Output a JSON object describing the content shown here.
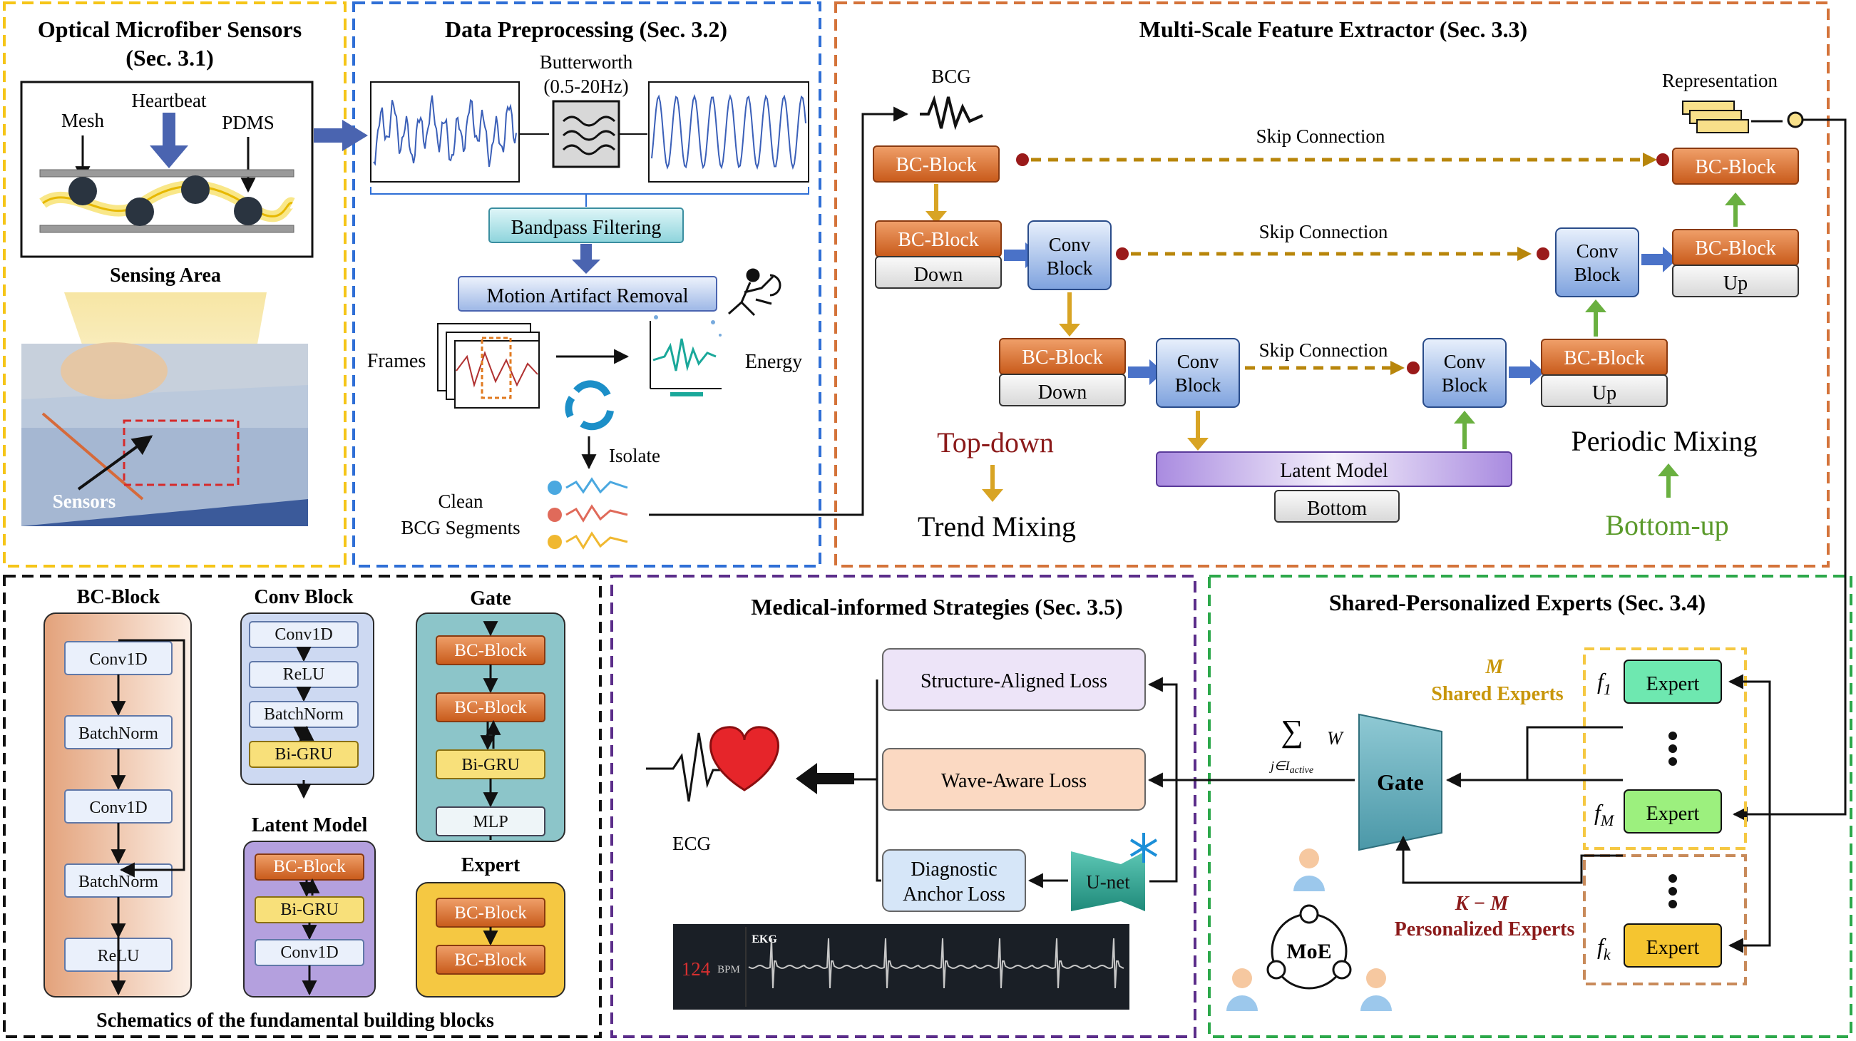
{
  "panels": {
    "sensors": {
      "title": "Optical Microfiber Sensors",
      "subtitle": "(Sec. 3.1)",
      "heartbeat": "Heartbeat",
      "mesh": "Mesh",
      "pdms": "PDMS",
      "sensing_area": "Sensing Area",
      "sensors_label": "Sensors"
    },
    "preprocessing": {
      "title": "Data Preprocessing (Sec. 3.2)",
      "butterworth": "Butterworth",
      "butterworth_range": "(0.5-20Hz)",
      "bandpass": "Bandpass Filtering",
      "motion": "Motion Artifact Removal",
      "frames": "Frames",
      "energy": "Energy",
      "isolate": "Isolate",
      "clean": "Clean",
      "bcg_segments": "BCG Segments"
    },
    "extractor": {
      "title": "Multi-Scale Feature Extractor (Sec. 3.3)",
      "bcg": "BCG",
      "representation": "Representation",
      "skip": "Skip Connection",
      "bc_block": "BC-Block",
      "conv_l1": "Conv",
      "conv_l2": "Block",
      "down": "Down",
      "up": "Up",
      "latent": "Latent Model",
      "bottom": "Bottom",
      "top_down": "Top-down",
      "trend": "Trend Mixing",
      "periodic": "Periodic Mixing",
      "bottom_up": "Bottom-up"
    },
    "blocks": {
      "title": "Schematics of the fundamental building blocks",
      "bc_title": "BC-Block",
      "bc_items": [
        "Conv1D",
        "BatchNorm",
        "Conv1D",
        "BatchNorm",
        "ReLU"
      ],
      "conv_title": "Conv Block",
      "conv_items": [
        "Conv1D",
        "ReLU",
        "BatchNorm",
        "Bi-GRU"
      ],
      "latent_title": "Latent Model",
      "latent_items": [
        "BC-Block",
        "Bi-GRU",
        "Conv1D"
      ],
      "gate_title": "Gate",
      "gate_items": [
        "BC-Block",
        "BC-Block",
        "Bi-GRU",
        "MLP"
      ],
      "expert_title": "Expert",
      "expert_items": [
        "BC-Block",
        "BC-Block"
      ]
    },
    "medical": {
      "title": "Medical-informed Strategies (Sec. 3.5)",
      "structure": "Structure-Aligned Loss",
      "wave": "Wave-Aware Loss",
      "diag_l1": "Diagnostic",
      "diag_l2": "Anchor Loss",
      "unet": "U-net",
      "ecg": "ECG",
      "monitor_value": "124",
      "monitor_unit": "BPM",
      "monitor_label": "EKG"
    },
    "experts": {
      "title": "Shared-Personalized Experts (Sec. 3.4)",
      "m": "M",
      "shared": "Shared Experts",
      "km": "K − M",
      "personalized": "Personalized Experts",
      "gate": "Gate",
      "moe": "MoE",
      "expert": "Expert",
      "sum": "∑",
      "sum_sub": "j∈I",
      "sum_sub2": "active",
      "w": "W",
      "f1": "f",
      "f1_sub": "1",
      "fm": "f",
      "fm_sub": "M",
      "fk": "f",
      "fk_sub": "k"
    }
  },
  "colors": {
    "yellow_border": "#f5c518",
    "blue_border": "#2f6fd6",
    "orange_border": "#d4733a",
    "black_border": "#111111",
    "purple_border": "#5b2d8a",
    "green_border": "#2ca84a",
    "bc_block": "#e0782f",
    "conv_block": "#8fb0e6",
    "skip_arrow": "#b8860b",
    "top_down": "#8b1a1a",
    "bottom_up": "#5a9a2a",
    "shared": "#c8960a",
    "personalized": "#8b1a1a"
  },
  "icons": [
    "heart-icon",
    "snowflake-icon",
    "doctor-icon",
    "recycle-icon",
    "running-person-icon",
    "filter-icon"
  ]
}
